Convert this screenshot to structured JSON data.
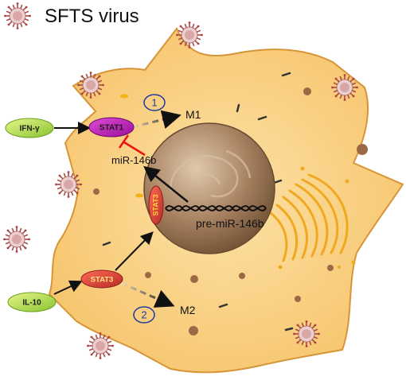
{
  "legend": {
    "label": "SFTS virus"
  },
  "labels": {
    "ifn": "IFN-γ",
    "il10": "IL-10",
    "stat1": "STAT1",
    "stat3_cyto": "STAT3",
    "stat3_nucleus": "STAT3",
    "mir": "miR-146b",
    "premir": "pre-miR-146b",
    "m1": "M1",
    "m2": "M2",
    "step1": "1",
    "step2": "2"
  },
  "colors": {
    "cell_fill": "#f8cc78",
    "cell_stroke": "#d08a26",
    "nucleus": "#9a7755",
    "stat1": "#c21ac9",
    "stat3": "#e0413b",
    "ligand": "#bde05a",
    "virus": "#c98a8a",
    "inhibit": "#ee1111"
  }
}
